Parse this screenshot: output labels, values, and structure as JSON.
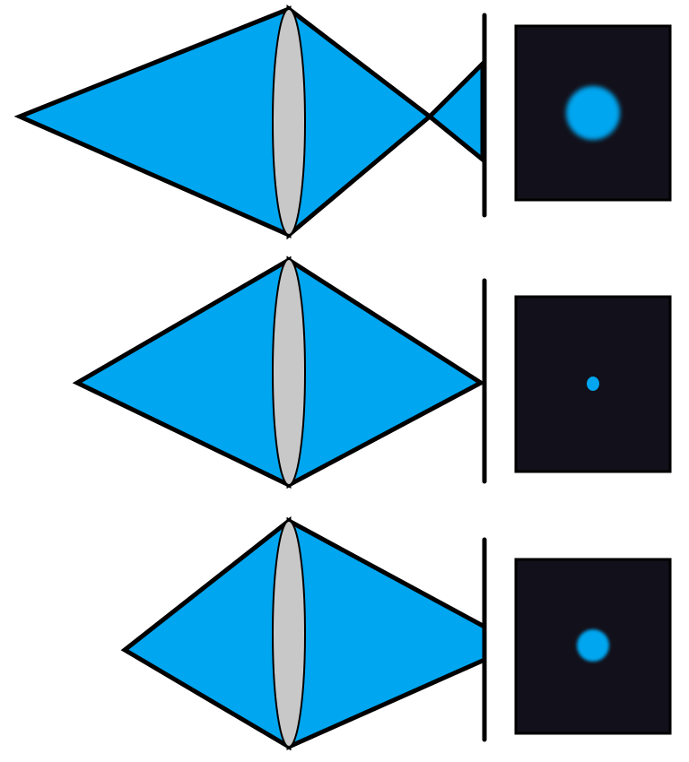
{
  "colors": {
    "light": "#00A6F0",
    "lens": "#C8C8C8",
    "sensor_background": "#12101A",
    "outline": "#000000"
  },
  "panels": [
    {
      "id": "focus-in-front-of-sensor",
      "spot": "large-blurred-spot"
    },
    {
      "id": "focus-on-sensor",
      "spot": "sharp-point"
    },
    {
      "id": "focus-behind-sensor",
      "spot": "small-blurred-spot"
    }
  ]
}
